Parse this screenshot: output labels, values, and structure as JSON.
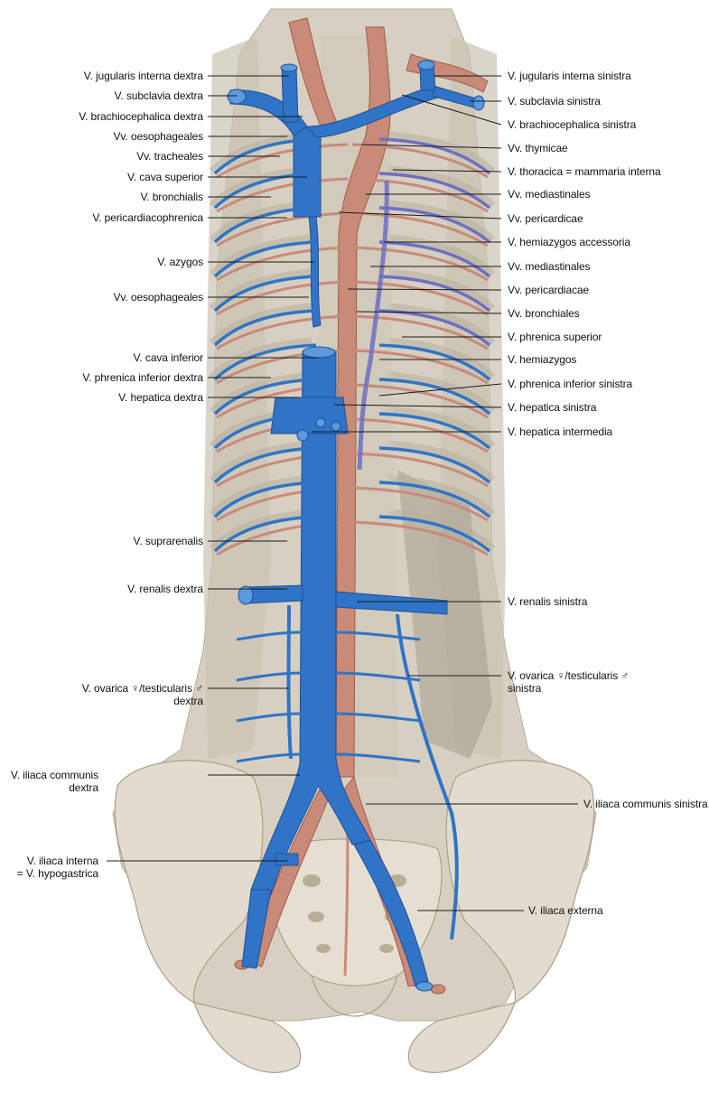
{
  "colors": {
    "vein": "#2f74c6",
    "vein_dark": "#1f4f96",
    "vein_light": "#5a9be0",
    "azygos": "#6d6fc2",
    "artery": "#c98a78",
    "artery_dark": "#9e5c4c",
    "bone": "#ddd6c8",
    "bone_shadow": "#b8ae9c",
    "muscle": "#c9c1b3",
    "leader": "#1a1a1a"
  },
  "labels_left": [
    {
      "id": "jugularis-interna-dextra",
      "text": "V. jugularis interna dextra"
    },
    {
      "id": "subclavia-dextra",
      "text": "V. subclavia dextra"
    },
    {
      "id": "brachiocephalica-dextra",
      "text": "V. brachiocephalica dextra"
    },
    {
      "id": "oesophageales-upper",
      "text": "Vv. oesophageales"
    },
    {
      "id": "tracheales",
      "text": "Vv. tracheales"
    },
    {
      "id": "cava-superior",
      "text": "V. cava superior"
    },
    {
      "id": "bronchialis",
      "text": "V. bronchialis"
    },
    {
      "id": "pericardiacophrenica",
      "text": "V. pericardiacophrenica"
    },
    {
      "id": "azygos",
      "text": "V. azygos"
    },
    {
      "id": "oesophageales-lower",
      "text": "Vv. oesophageales"
    },
    {
      "id": "cava-inferior",
      "text": "V. cava inferior"
    },
    {
      "id": "phrenica-inferior-dextra",
      "text": "V. phrenica inferior dextra"
    },
    {
      "id": "hepatica-dextra",
      "text": "V. hepatica dextra"
    },
    {
      "id": "suprarenalis",
      "text": "V. suprarenalis"
    },
    {
      "id": "renalis-dextra",
      "text": "V. renalis dextra"
    },
    {
      "id": "ovarica-dextra",
      "text": "V. ovarica ♀/testicularis ♂\ndextra"
    },
    {
      "id": "iliaca-communis-dextra",
      "text": "V. iliaca communis\ndextra"
    },
    {
      "id": "iliaca-interna",
      "text": "V. iliaca interna\n= V. hypogastrica"
    }
  ],
  "labels_right": [
    {
      "id": "jugularis-interna-sinistra",
      "text": "V. jugularis interna sinistra"
    },
    {
      "id": "subclavia-sinistra",
      "text": "V. subclavia sinistra"
    },
    {
      "id": "brachiocephalica-sinistra",
      "text": "V. brachiocephalica sinistra"
    },
    {
      "id": "thymicae",
      "text": "Vv. thymicae"
    },
    {
      "id": "thoracica",
      "text": "V. thoracica = mammaria interna"
    },
    {
      "id": "mediastinales-upper",
      "text": "Vv. mediastinales"
    },
    {
      "id": "pericardicae",
      "text": "Vv. pericardicae"
    },
    {
      "id": "hemiazygos-accessoria",
      "text": "V. hemiazygos accessoria"
    },
    {
      "id": "mediastinales-lower",
      "text": "Vv. mediastinales"
    },
    {
      "id": "pericardiacae",
      "text": "Vv. pericardiacae"
    },
    {
      "id": "bronchiales",
      "text": "Vv. bronchiales"
    },
    {
      "id": "phrenica-superior",
      "text": "V. phrenica superior"
    },
    {
      "id": "hemiazygos",
      "text": "V. hemiazygos"
    },
    {
      "id": "phrenica-inferior-sinistra",
      "text": "V. phrenica inferior sinistra"
    },
    {
      "id": "hepatica-sinistra",
      "text": "V. hepatica sinistra"
    },
    {
      "id": "hepatica-intermedia",
      "text": "V. hepatica intermedia"
    },
    {
      "id": "renalis-sinistra",
      "text": "V. renalis sinistra"
    },
    {
      "id": "ovarica-sinistra",
      "text": "V. ovarica ♀/testicularis ♂\nsinistra"
    },
    {
      "id": "iliaca-communis-sinistra",
      "text": "V. iliaca communis sinistra"
    },
    {
      "id": "iliaca-externa",
      "text": "V. iliaca externa"
    }
  ]
}
